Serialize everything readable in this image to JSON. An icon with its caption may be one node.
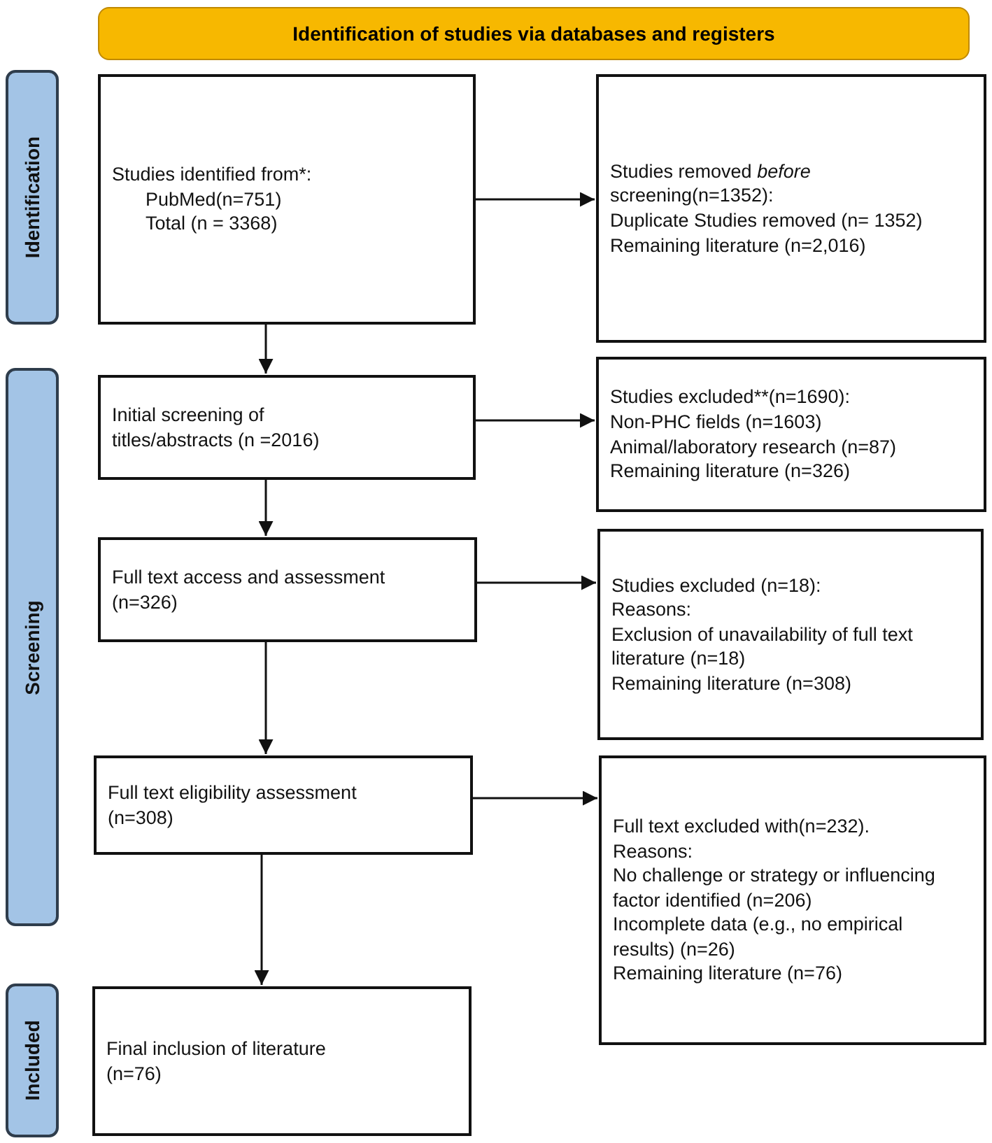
{
  "diagram": {
    "nodes": [
      {
        "text": [
          "Identification of studies via databases and registers"
        ]
      },
      {
        "text": [
          "Identification"
        ]
      },
      {
        "text": [
          "Screening"
        ]
      },
      {
        "text": [
          "Included"
        ]
      },
      {
        "text": [
          "Studies identified from*:",
          "PubMed(n=751)",
          "Total (n = 3368)"
        ]
      },
      {
        "text": [
          "Studies removed *before* screening(n=1352):",
          "Duplicate Studies removed (n= 1352)",
          "Remaining literature (n=2,016)"
        ]
      },
      {
        "text": [
          "Initial screening of titles/abstracts (n =2016)"
        ]
      },
      {
        "text": [
          "Studies excluded**(n=1690):",
          "Non-PHC fields (n=1603)",
          "Animal/laboratory research (n=87)",
          "Remaining literature (n=326)"
        ]
      },
      {
        "text": [
          "Full text access and assessment (n=326)"
        ]
      },
      {
        "text": [
          "Studies excluded (n=18):",
          "Reasons:",
          "Exclusion of unavailability of full text literature (n=18)",
          "Remaining literature (n=308)"
        ]
      },
      {
        "text": [
          "Full text eligibility assessment (n=308)"
        ]
      },
      {
        "text": [
          "Full text excluded with(n=232).",
          "Reasons:",
          "No challenge or strategy or influencing factor identified (n=206)",
          "Incomplete data (e.g., no empirical results) (n=26)",
          "Remaining literature (n=76)"
        ]
      },
      {
        "text": [
          "Final inclusion of literature (n=76)"
        ]
      }
    ],
    "edges": [
      {
        "from": 4,
        "to": 5,
        "arrow": "to"
      },
      {
        "from": 4,
        "to": 6,
        "arrow": "to"
      },
      {
        "from": 6,
        "to": 7,
        "arrow": "to"
      },
      {
        "from": 6,
        "to": 8,
        "arrow": "to"
      },
      {
        "from": 8,
        "to": 9,
        "arrow": "to"
      },
      {
        "from": 8,
        "to": 10,
        "arrow": "to"
      },
      {
        "from": 10,
        "to": 11,
        "arrow": "to"
      },
      {
        "from": 10,
        "to": 12,
        "arrow": "to"
      }
    ]
  }
}
